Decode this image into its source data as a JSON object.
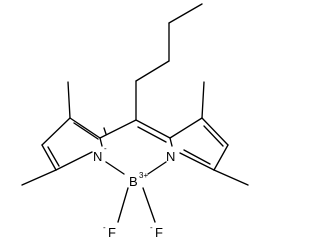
{
  "molecule": {
    "atoms": {
      "n_left": "N",
      "n_left_charge": "-",
      "n_right": "N",
      "boron": "B",
      "boron_charge": "3+",
      "fluorine_left": "F",
      "fluorine_left_charge": "-",
      "fluorine_right": "F",
      "fluorine_right_charge": "-"
    },
    "colors": {
      "bond": "#000000",
      "text": "#000000",
      "background": "#ffffff"
    }
  }
}
